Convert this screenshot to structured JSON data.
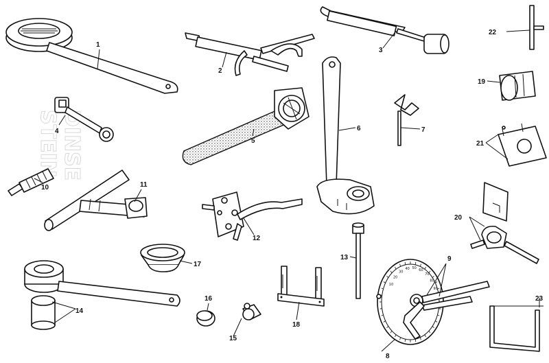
{
  "watermark": {
    "line1": "STEIN",
    "line2": "DINSE"
  },
  "callouts": [
    "1",
    "2",
    "3",
    "4",
    "5",
    "6",
    "7",
    "8",
    "9",
    "10",
    "11",
    "12",
    "13",
    "14",
    "15",
    "16",
    "17",
    "18",
    "19",
    "20",
    "21",
    "22",
    "23"
  ],
  "dial_marks": [
    "10",
    "20",
    "30",
    "40",
    "50",
    "60",
    "70",
    "80",
    "90"
  ]
}
